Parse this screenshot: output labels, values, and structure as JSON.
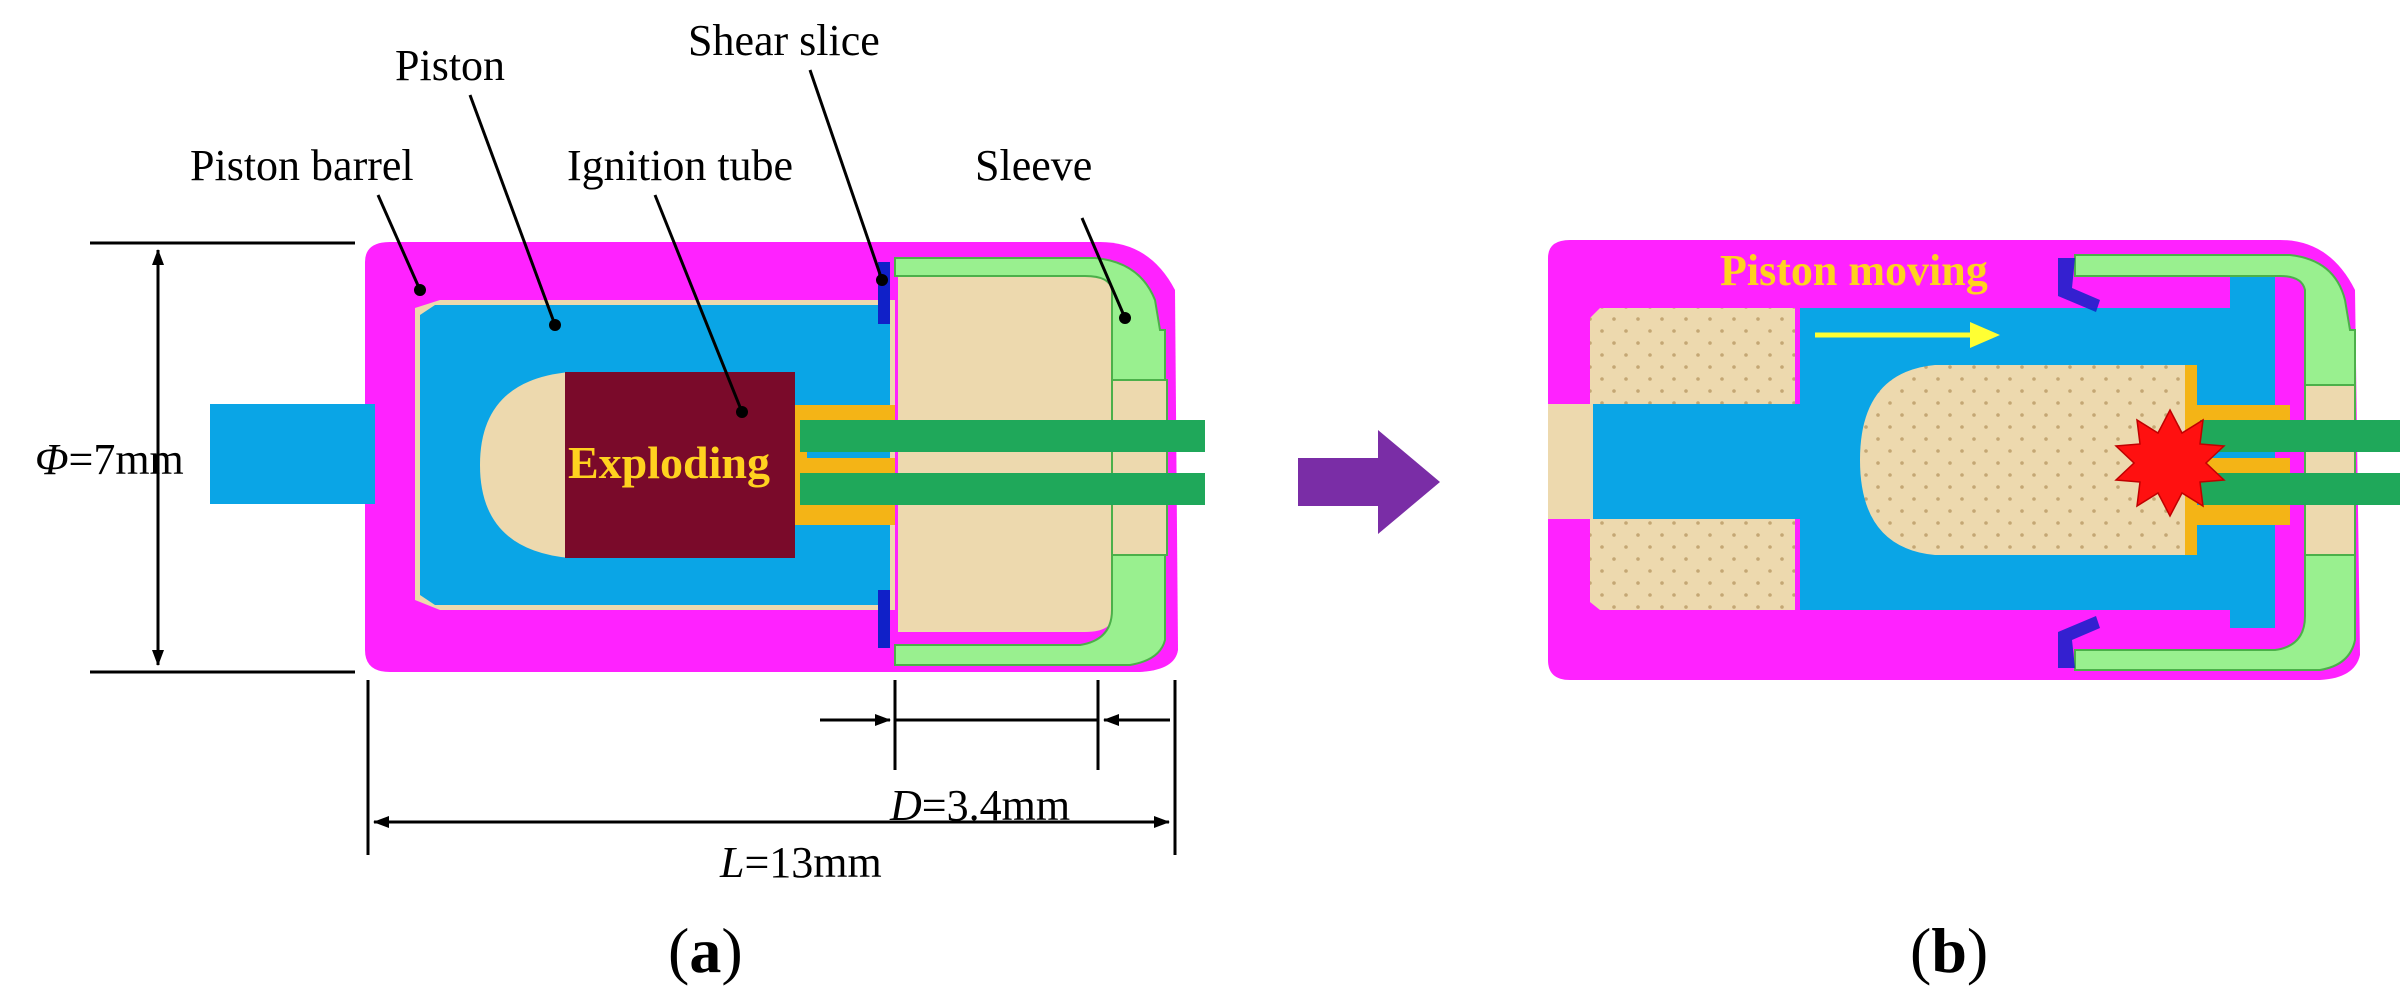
{
  "panel_a": {
    "labels": {
      "piston_barrel": "Piston barrel",
      "piston": "Piston",
      "ignition_tube": "Ignition tube",
      "shear_slice": "Shear slice",
      "sleeve": "Sleeve"
    },
    "exploding_text": "Exploding",
    "dimensions": {
      "diameter_symbol": "Φ",
      "diameter_value": "=7mm",
      "d_symbol": "D",
      "d_value": "=3.4mm",
      "l_symbol": "L",
      "l_value": "=13mm"
    },
    "caption_open": "(",
    "caption_letter": "a",
    "caption_close": ")"
  },
  "panel_b": {
    "moving_text": "Piston moving",
    "caption_open": "(",
    "caption_letter": "b",
    "caption_close": ")"
  },
  "colors": {
    "barrel": "#FF22FF",
    "piston": "#0AA5E6",
    "tan": "#EDD9AE",
    "ignition": "#7A0A2A",
    "sleeve": "#99F08F",
    "shear": "#1020C8",
    "wire": "#1FA85A",
    "contact": "#F4B416",
    "transition_arrow": "#7A2DA6",
    "motion_arrow": "#FFFF33",
    "explosion": "#FF1010"
  }
}
